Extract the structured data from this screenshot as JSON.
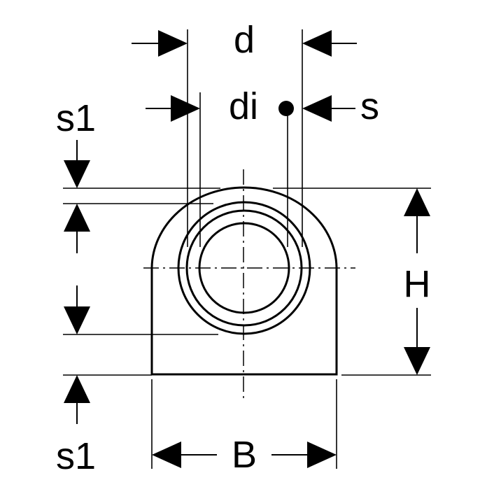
{
  "labels": {
    "d": "d",
    "di": "di",
    "s": "s",
    "s1_top": "s1",
    "s1_bottom": "s1",
    "h": "H",
    "b": "B"
  },
  "colors": {
    "line": "#000000",
    "background": "#ffffff"
  }
}
